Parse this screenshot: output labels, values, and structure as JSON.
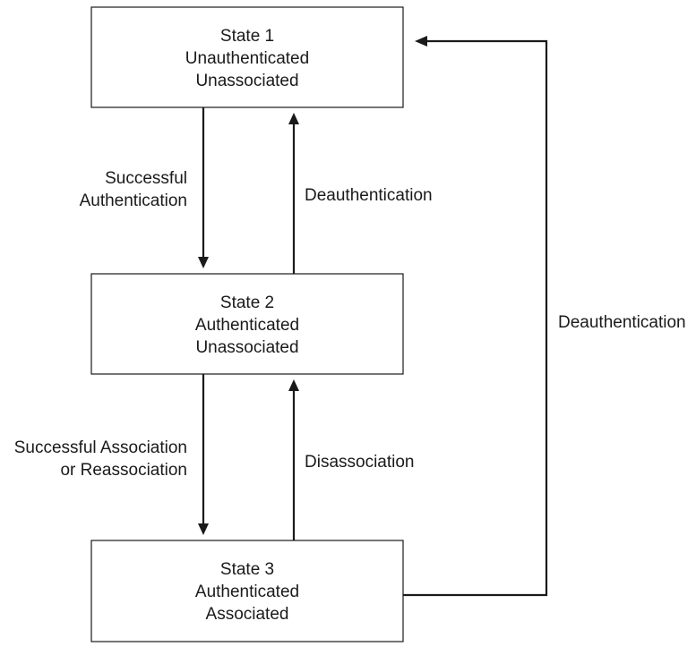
{
  "states": [
    {
      "title": "State 1",
      "line1": "Unauthenticated",
      "line2": "Unassociated"
    },
    {
      "title": "State 2",
      "line1": "Authenticated",
      "line2": "Unassociated"
    },
    {
      "title": "State 3",
      "line1": "Authenticated",
      "line2": "Associated"
    }
  ],
  "transitions": {
    "successful_authentication": {
      "line1": "Successful",
      "line2": "Authentication"
    },
    "deauthentication_2_to_1": "Deauthentication",
    "successful_association": {
      "line1": "Successful Association",
      "line2": "or Reassociation"
    },
    "disassociation": "Disassociation",
    "deauthentication_3_to_1": "Deauthentication"
  },
  "colors": {
    "stroke": "#1a1a1a",
    "background": "#ffffff"
  }
}
